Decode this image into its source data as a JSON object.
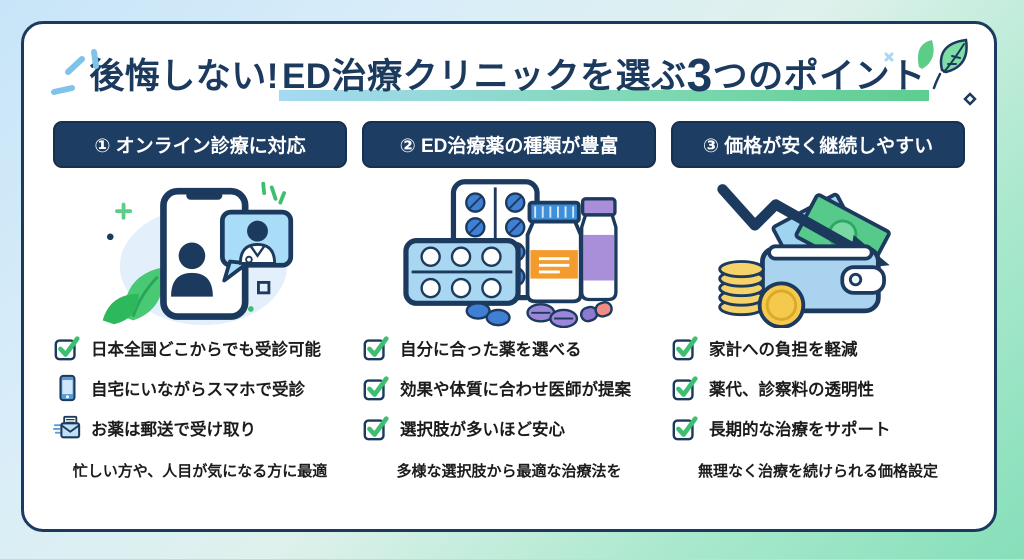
{
  "title": {
    "prefix": "後悔しない!",
    "underlined_1": "ED治療クリニックを選ぶ",
    "big_number": "3",
    "underlined_2": "つのポイント"
  },
  "colors": {
    "navy": "#1c3a5e",
    "badge_navy": "#1e3d63",
    "check_green": "#3cbf70",
    "underline_start": "#a6d9f4",
    "underline_end": "#5ecd90",
    "bg_top_left": "#c7e5f8",
    "bg_bottom_right": "#86dfb9"
  },
  "columns": [
    {
      "badge": "① オンライン診療に対応",
      "illustration": "smartphone-video-call",
      "items": [
        {
          "icon": "checkbox-icon",
          "text": "日本全国どこからでも受診可能"
        },
        {
          "icon": "smartphone-icon",
          "text": "自宅にいながらスマホで受診"
        },
        {
          "icon": "mail-icon",
          "text": "お薬は郵送で受け取り"
        }
      ],
      "note": "忙しい方や、人目が気になる方に最適"
    },
    {
      "badge": "② ED治療薬の種類が豊富",
      "illustration": "medicines",
      "items": [
        {
          "icon": "checkbox-icon",
          "text": "自分に合った薬を選べる"
        },
        {
          "icon": "checkbox-icon",
          "text": "効果や体質に合わせ医師が提案"
        },
        {
          "icon": "checkbox-icon",
          "text": "選択肢が多いほど安心"
        }
      ],
      "note": "多様な選択肢から最適な治療法を"
    },
    {
      "badge": "③ 価格が安く継続しやすい",
      "illustration": "wallet-savings",
      "items": [
        {
          "icon": "checkbox-icon",
          "text": "家計への負担を軽減"
        },
        {
          "icon": "checkbox-icon",
          "text": "薬代、診察料の透明性"
        },
        {
          "icon": "checkbox-icon",
          "text": "長期的な治療をサポート"
        }
      ],
      "note": "無理なく治療を続けられる価格設定"
    }
  ]
}
